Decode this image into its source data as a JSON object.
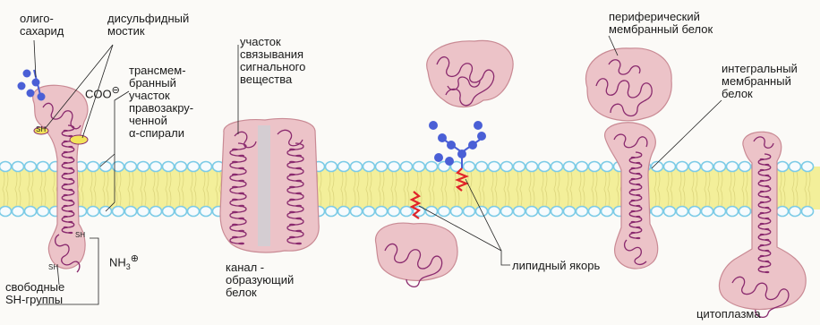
{
  "labels": {
    "oligosaccharide": "олиго-\nсахарид",
    "disulfide_bridge": "дисульфидный\nмостик",
    "coo": "COO",
    "charge_minus": "⊖",
    "transmembrane": "трансмем-\nбранный\nучасток\nправозакру-\nченной\nα-спирали",
    "signal_binding": "участок\nсвязывания\nсигнального\nвещества",
    "peripheral_protein": "периферический\nмембранный белок",
    "integral_protein": "интегральный\nмембранный\nбелок",
    "channel_protein": "канал -\nобразующий\nбелок",
    "lipid_anchor": "липидный якорь",
    "free_sh": "свободные\nSH-группы",
    "nh3": "NH",
    "nh3_sub": "3",
    "charge_plus": "⊕",
    "cytoplasm": "цитоплазма",
    "sh": "SH"
  },
  "colors": {
    "protein_fill": "#ecc3c8",
    "protein_edge": "#c98a94",
    "coil": "#8a2a6e",
    "lipid_head": "#7ccbe6",
    "lipid_tail": "#f3ef9a",
    "sugar": "#4a5fd6",
    "anchor": "#e0242a"
  }
}
